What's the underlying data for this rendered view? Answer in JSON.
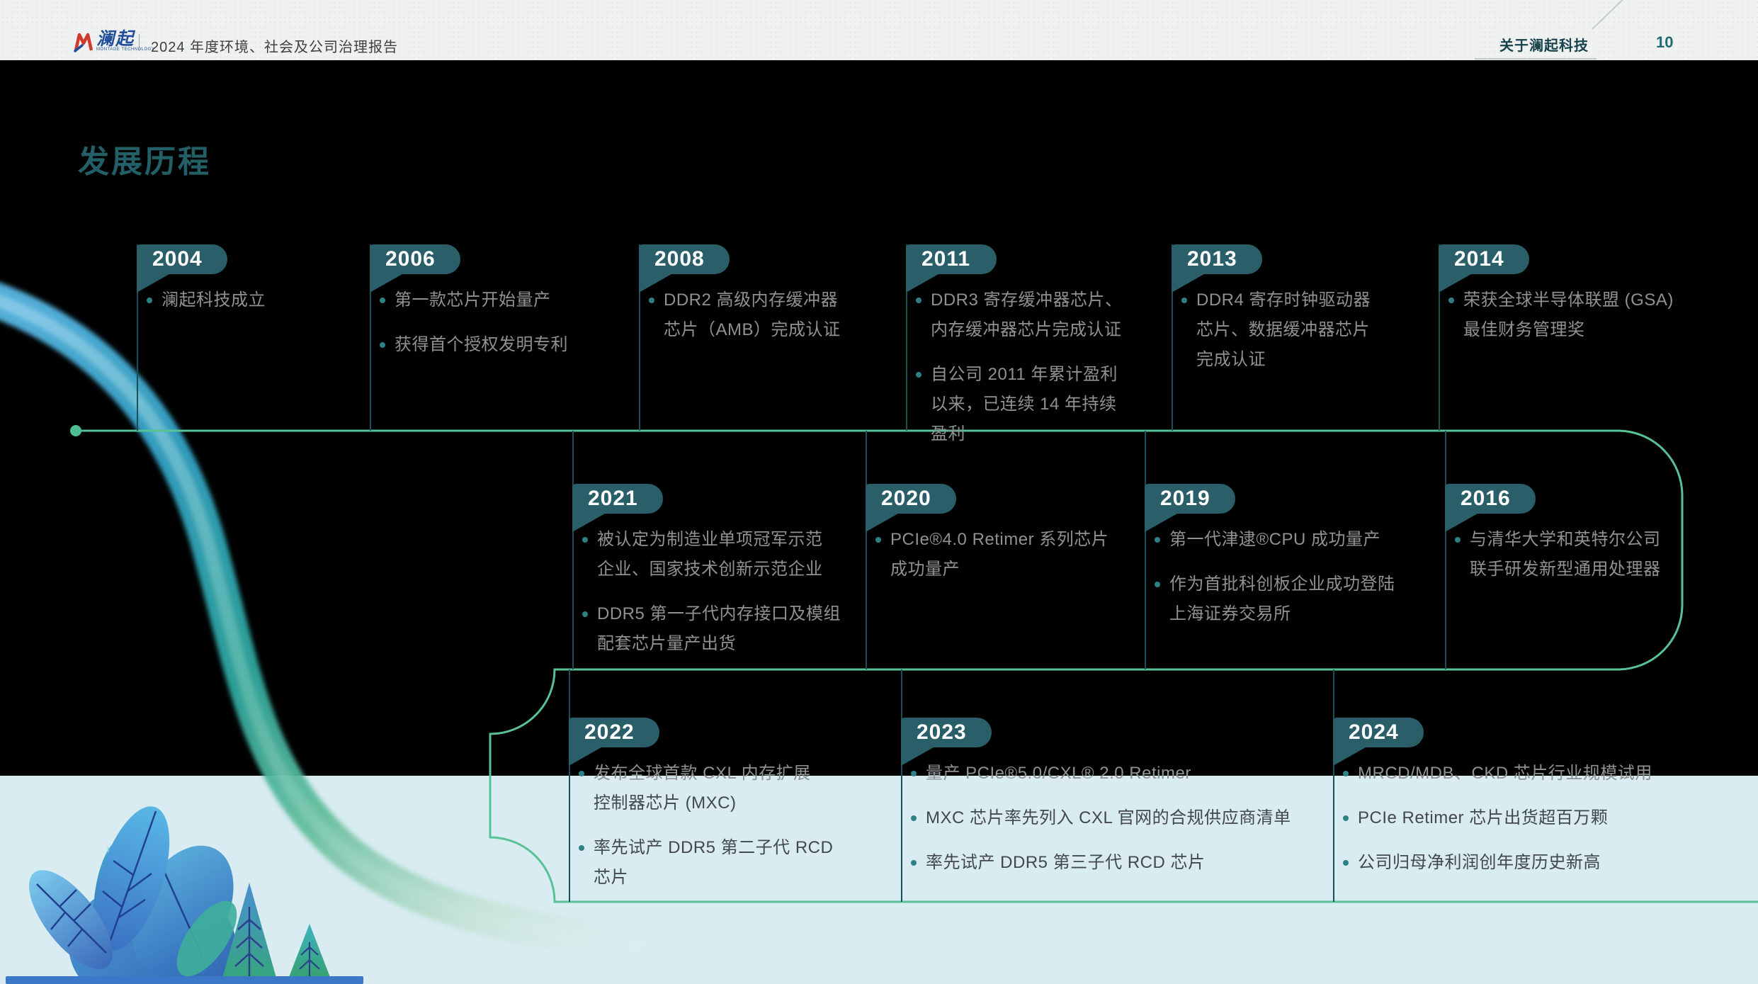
{
  "header": {
    "logo_zh": "澜起",
    "logo_en": "MONTAGE TECHNOLOGY",
    "report_title": "2024 年度环境、社会及公司治理报告",
    "section_label": "关于澜起科技",
    "page_number": "10"
  },
  "page_title": "发展历程",
  "colors": {
    "badge_teal": "#2a5f6a",
    "line_green": "#58c196",
    "dot_green": "#4fbd8f",
    "title_teal": "#235f66",
    "body_gray": "#8f9193",
    "body_dark": "#43484a",
    "band_blue": "#d8ecf1",
    "canvas_black": "#000000",
    "header_bg": "#f0f1f1",
    "logo_red": "#d03a2b",
    "logo_blue": "#1f4f9b",
    "page_number_teal": "#1e6b75"
  },
  "timeline": {
    "rows": [
      {
        "entries": [
          {
            "year": "2004",
            "bullets": [
              [
                {
                  "t": "澜起科技成立"
                }
              ]
            ]
          },
          {
            "year": "2006",
            "bullets": [
              [
                {
                  "t": "第一款芯片开始量产"
                }
              ],
              [
                {
                  "t": "获得首个授权发明专利"
                }
              ]
            ]
          },
          {
            "year": "2008",
            "bullets": [
              [
                {
                  "t": "DDR2 高级内存缓冲器"
                },
                {
                  "t": "芯片（AMB）完成认证"
                }
              ]
            ]
          },
          {
            "year": "2011",
            "bullets": [
              [
                {
                  "t": "DDR3 寄存缓冲器芯片、"
                },
                {
                  "t": "内存缓冲器芯片完成认证"
                }
              ],
              [
                {
                  "t": "自公司 2011 年累计盈利"
                },
                {
                  "t": "以来，已连续 14 年持续"
                },
                {
                  "t": "盈利"
                }
              ]
            ]
          },
          {
            "year": "2013",
            "bullets": [
              [
                {
                  "t": "DDR4 寄存时钟驱动器"
                },
                {
                  "t": "芯片、数据缓冲器芯片"
                },
                {
                  "t": "完成认证"
                }
              ]
            ]
          },
          {
            "year": "2014",
            "bullets": [
              [
                {
                  "t": "荣获全球半导体联盟 (GSA)"
                },
                {
                  "t": "最佳财务管理奖"
                }
              ]
            ]
          }
        ]
      },
      {
        "entries": [
          {
            "year": "2021",
            "bullets": [
              [
                {
                  "t": "被认定为制造业单项冠军示范"
                },
                {
                  "t": "企业、国家技术创新示范企业"
                }
              ],
              [
                {
                  "t": "DDR5 第一子代内存接口及模组"
                },
                {
                  "t": "配套芯片量产出货"
                }
              ]
            ]
          },
          {
            "year": "2020",
            "bullets": [
              [
                {
                  "t": "PCIe®4.0 Retimer 系列芯片"
                },
                {
                  "t": "成功量产"
                }
              ]
            ]
          },
          {
            "year": "2019",
            "bullets": [
              [
                {
                  "t": "第一代津逮®CPU 成功量产"
                }
              ],
              [
                {
                  "t": "作为首批科创板企业成功登陆"
                },
                {
                  "t": "上海证券交易所"
                }
              ]
            ]
          },
          {
            "year": "2016",
            "bullets": [
              [
                {
                  "t": "与清华大学和英特尔公司"
                },
                {
                  "t": "联手研发新型通用处理器"
                }
              ]
            ]
          }
        ]
      },
      {
        "entries": [
          {
            "year": "2022",
            "bullets": [
              [
                {
                  "t": "发布全球首款 CXL 内存扩展"
                },
                {
                  "t": "控制器芯片 (MXC)",
                  "dark": true
                }
              ],
              [
                {
                  "t": "率先试产 DDR5 第二子代 RCD",
                  "dark": true
                },
                {
                  "t": "芯片",
                  "dark": true
                }
              ]
            ]
          },
          {
            "year": "2023",
            "bullets": [
              [
                {
                  "t": "量产 PCIe®5.0/CXL® 2.0 Retimer"
                }
              ],
              [
                {
                  "t": "MXC 芯片率先列入 CXL 官网的合规供应商清单",
                  "dark": true
                }
              ],
              [
                {
                  "t": "率先试产 DDR5 第三子代 RCD 芯片",
                  "dark": true
                }
              ]
            ]
          },
          {
            "year": "2024",
            "bullets": [
              [
                {
                  "t": "MRCD/MDB、CKD 芯片行业规模试用"
                }
              ],
              [
                {
                  "t": "PCIe Retimer 芯片出货超百万颗",
                  "dark": true
                }
              ],
              [
                {
                  "t": "公司归母净利润创年度历史新高",
                  "dark": true
                }
              ]
            ]
          }
        ]
      }
    ]
  }
}
